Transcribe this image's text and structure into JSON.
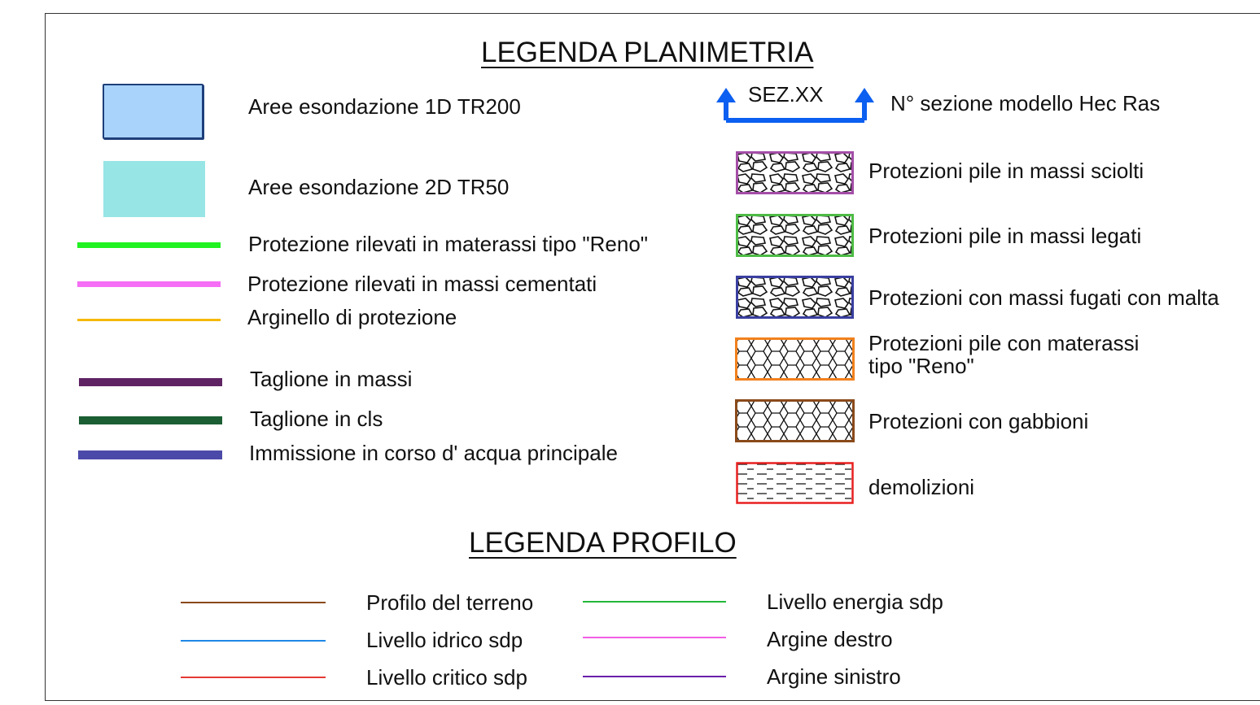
{
  "titles": {
    "planimetria": "LEGENDA PLANIMETRIA",
    "profilo": "LEGENDA PROFILO"
  },
  "left_items": [
    {
      "label": "Aree esondazione 1D TR200",
      "symbol": "area-fill",
      "fill": "#a9d3fb",
      "stroke": "#1f3f7a"
    },
    {
      "label": "Aree esondazione 2D TR50",
      "symbol": "area-fill",
      "fill": "#97e5e5"
    },
    {
      "label": "Protezione rilevati in materassi tipo \"Reno\"",
      "symbol": "line",
      "color": "#21f221"
    },
    {
      "label": "Protezione rilevati in massi cementati",
      "symbol": "line",
      "color": "#f56ef5"
    },
    {
      "label": "Arginello di protezione",
      "symbol": "line",
      "color": "#f5b80c"
    },
    {
      "label": "Taglione in massi",
      "symbol": "line",
      "color": "#5f2364"
    },
    {
      "label": "Taglione in cls",
      "symbol": "line",
      "color": "#1b5e33"
    },
    {
      "label": "Immissione in corso d' acqua principale",
      "symbol": "line",
      "color": "#4c4aa8"
    }
  ],
  "section_marker": {
    "tag": "SEZ.XX",
    "label": "N° sezione modello Hec Ras",
    "color": "#0c5ff0"
  },
  "right_items": [
    {
      "label": "Protezioni pile in massi sciolti",
      "symbol": "stones-hatch",
      "color": "#a44ea8"
    },
    {
      "label": "Protezioni pile in massi legati",
      "symbol": "stones-hatch",
      "color": "#4dbb45"
    },
    {
      "label": "Protezioni con massi fugati con malta",
      "symbol": "stones-hatch",
      "color": "#3a3fa0"
    },
    {
      "label_line1": "Protezioni pile con materassi",
      "label_line2": "tipo \"Reno\"",
      "symbol": "hex-hatch",
      "color": "#f2811d"
    },
    {
      "label": "Protezioni con gabbioni",
      "symbol": "hex-hatch",
      "color": "#8a4a1a"
    },
    {
      "label": "demolizioni",
      "symbol": "dash-hatch",
      "color": "#e82020"
    }
  ],
  "profile_items": [
    {
      "label": "Profilo del terreno",
      "color": "#8a4a1a"
    },
    {
      "label": "Livello idrico sdp",
      "color": "#1e88e5"
    },
    {
      "label": "Livello critico sdp",
      "color": "#e53935"
    },
    {
      "label": "Livello energia sdp",
      "color": "#22b83a"
    },
    {
      "label": "Argine destro",
      "color": "#f25ee6"
    },
    {
      "label": "Argine sinistro",
      "color": "#6a1fa8"
    }
  ]
}
